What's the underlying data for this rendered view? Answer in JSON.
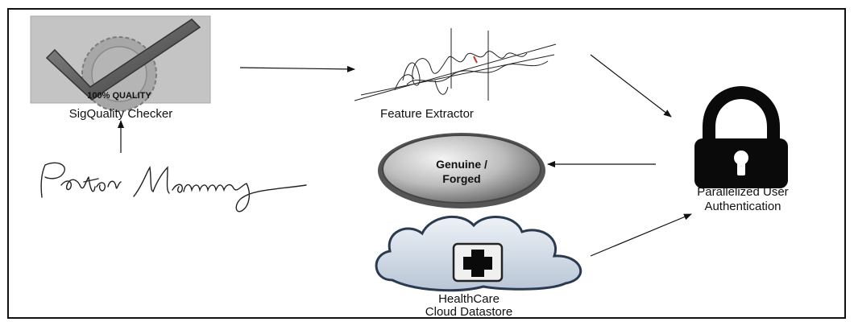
{
  "nodes": {
    "quality_checker": {
      "label": "SigQuality Checker",
      "seal_text": "100% QUALITY"
    },
    "feature_extractor": {
      "label": "Feature Extractor"
    },
    "authentication": {
      "label_line1": "Parallelized User",
      "label_line2": "Authentication"
    },
    "result": {
      "line1": "Genuine /",
      "line2": "Forged"
    },
    "datastore": {
      "label_line1": "HealthCare",
      "label_line2": "Cloud Datastore"
    },
    "signature": {
      "icon": "handwritten-signature"
    }
  },
  "colors": {
    "line": "#111111",
    "lock": "#0a0a0a",
    "seal_background": "#c4c4c4",
    "cloud_fill": "#d3dbe6",
    "cloud_stroke": "#2a3a4f",
    "result_fill": "#b8b8b8"
  }
}
